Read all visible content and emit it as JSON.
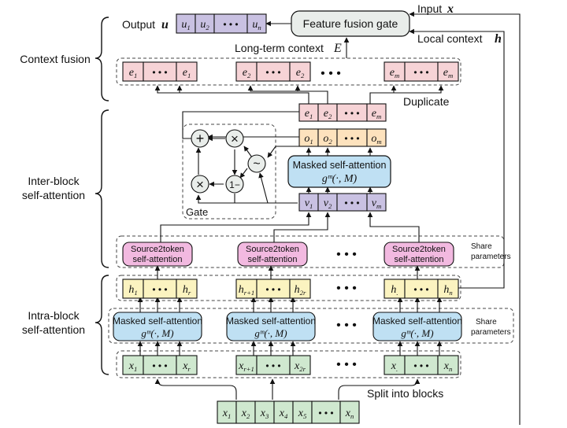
{
  "sections": {
    "context_fusion": "Context fusion",
    "inter_block": [
      "Inter-block",
      "self-attention"
    ],
    "intra_block": [
      "Intra-block",
      "self-attention"
    ]
  },
  "labels": {
    "output": "Output",
    "output_symbol": "u",
    "fusion_gate": "Feature fusion gate",
    "input": "Input",
    "input_symbol": "x",
    "local_context": "Local context",
    "local_symbol": "h",
    "long_term": "Long-term context",
    "long_term_symbol": "E",
    "duplicate": "Duplicate",
    "gate": "Gate",
    "share_parameters_1": [
      "Share",
      "parameters"
    ],
    "share_parameters_2": [
      "Share",
      "parameters"
    ],
    "split": "Split into blocks",
    "ellipsis": "• • •"
  },
  "output_row": [
    "u1",
    "u2",
    "•••",
    "un"
  ],
  "duplicate_rows": [
    [
      "e1",
      "•••",
      "e1"
    ],
    [
      "e2",
      "•••",
      "e2"
    ],
    [
      "em",
      "•••",
      "em"
    ]
  ],
  "e_row": [
    "e1",
    "e2",
    "•••",
    "em"
  ],
  "o_row": [
    "o1",
    "o2",
    "•••",
    "om"
  ],
  "v_row": [
    "v1",
    "v2",
    "•••",
    "vm"
  ],
  "masked_inter": {
    "title": "Masked self-attention",
    "formula": "gᵐ(·, M)"
  },
  "s2t": {
    "line1": "Source2token",
    "line2": "self-attention"
  },
  "h_blocks": [
    [
      "h1",
      "•••",
      "hr"
    ],
    [
      "hr+1",
      "•••",
      "h2r"
    ],
    [
      "h.",
      "•••",
      "hn"
    ]
  ],
  "masked_intra": {
    "title": "Masked self-attention",
    "formula": "gᵐ(·, M)"
  },
  "x_blocks": [
    [
      "x1",
      "•••",
      "xr"
    ],
    [
      "xr+1",
      "•••",
      "x2r"
    ],
    [
      "x.",
      "•••",
      "xn"
    ]
  ],
  "input_row": [
    "x1",
    "x2",
    "x3",
    "x4",
    "x5",
    "•••",
    "xn"
  ],
  "gate_ops": {
    "plus": "+",
    "times": "×",
    "sigma": "~",
    "one_minus": "1−"
  },
  "colors": {
    "pink": "#f6d3d6",
    "orange": "#fde2bd",
    "purple": "#c9c1e2",
    "blue": "#bfe0f3",
    "magenta": "#f2b9e0",
    "yellow": "#fbf3c0",
    "green": "#cfe8cf",
    "gray": "#e9edea"
  }
}
